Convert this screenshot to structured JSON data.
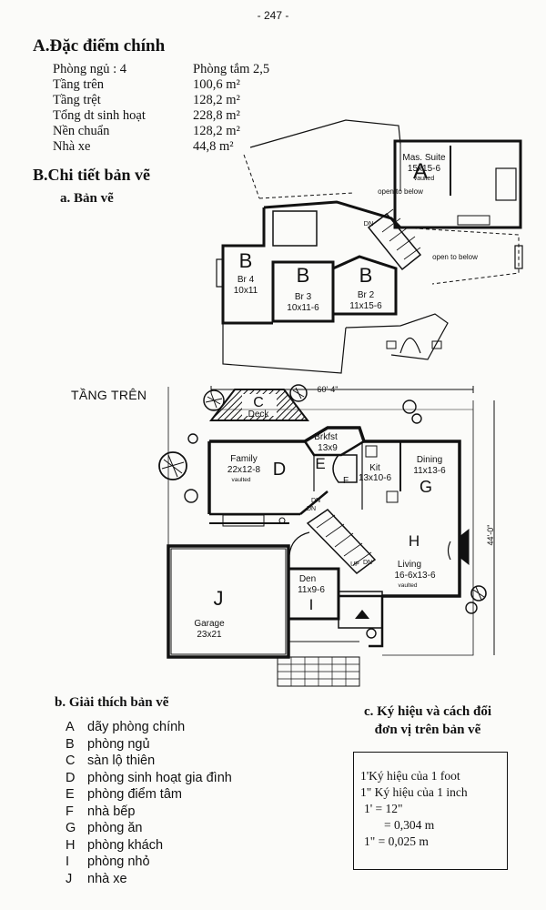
{
  "page_number": "- 247 -",
  "section_a": {
    "title": "A.Đặc điểm chính",
    "specs": [
      {
        "label": "Phòng ngủ : 4",
        "value": "Phòng tắm 2,5"
      },
      {
        "label": "Tầng trên",
        "value": "100,6 m²"
      },
      {
        "label": "Tầng trệt",
        "value": "128,2 m²"
      },
      {
        "label": "Tổng dt sinh hoạt",
        "value": "228,8 m²"
      },
      {
        "label": "Nền chuẩn",
        "value": "128,2 m²"
      },
      {
        "label": "Nhà xe",
        "value": "44,8 m²"
      }
    ]
  },
  "section_b": {
    "title": "B.Chi tiết bản vẽ",
    "sub_a": "a. Bản vẽ",
    "floor_label": "TẦNG TRÊN",
    "upper_plan": {
      "master_suite": {
        "letter": "A",
        "name": "Mas. Suite",
        "size": "15x15-6",
        "note": "vaulted"
      },
      "br4": {
        "letter": "B",
        "name": "Br 4",
        "size": "10x11"
      },
      "br3": {
        "letter": "B",
        "name": "Br 3",
        "size": "10x11-6"
      },
      "br2": {
        "letter": "B",
        "name": "Br 2",
        "size": "11x15-6"
      },
      "open1": "open to below",
      "open2": "open to below",
      "dn": "DN"
    },
    "lower_plan": {
      "width_dim": "60'-4\"",
      "depth_dim": "44'-0\"",
      "deck": {
        "letter": "C",
        "name": "Deck"
      },
      "brkfst": {
        "letter": "E",
        "name": "Brkfst",
        "size": "13x9"
      },
      "family": {
        "letter": "D",
        "name": "Family",
        "size": "22x12-8",
        "note": "vaulted"
      },
      "kit": {
        "letter": "F",
        "name": "Kit",
        "size": "13x10-6"
      },
      "dining": {
        "letter": "G",
        "name": "Dining",
        "size": "11x13-6"
      },
      "living": {
        "letter": "H",
        "name": "Living",
        "size": "16-6x13-6",
        "note": "vaulted"
      },
      "den": {
        "letter": "I",
        "name": "Den",
        "size": "11x9-6"
      },
      "garage": {
        "letter": "J",
        "name": "Garage",
        "size": "23x21"
      },
      "dn1": "DN",
      "dn2": "DN",
      "dn3": "DN",
      "up": "UP"
    }
  },
  "legend": {
    "title": "b. Giải thích bản vẽ",
    "items": [
      {
        "letter": "A",
        "text": "dãy phòng chính"
      },
      {
        "letter": "B",
        "text": "phòng ngủ"
      },
      {
        "letter": "C",
        "text": "sàn lộ thiên"
      },
      {
        "letter": "D",
        "text": "phòng sinh hoạt gia đình"
      },
      {
        "letter": "E",
        "text": "phòng điểm tâm"
      },
      {
        "letter": "F",
        "text": "nhà bếp"
      },
      {
        "letter": "G",
        "text": "phòng ăn"
      },
      {
        "letter": "H",
        "text": "phòng khách"
      },
      {
        "letter": "I",
        "text": "phòng nhỏ"
      },
      {
        "letter": "J",
        "text": "nhà xe"
      }
    ]
  },
  "symbols": {
    "title_line1": "c. Ký hiệu và cách đổi",
    "title_line2": "đơn vị trên bản vẽ",
    "lines": [
      "1'Ký hiệu của 1 foot",
      "1\" Ký hiệu của 1 inch",
      "1' = 12\"",
      "= 0,304 m",
      "1\" = 0,025 m"
    ]
  }
}
